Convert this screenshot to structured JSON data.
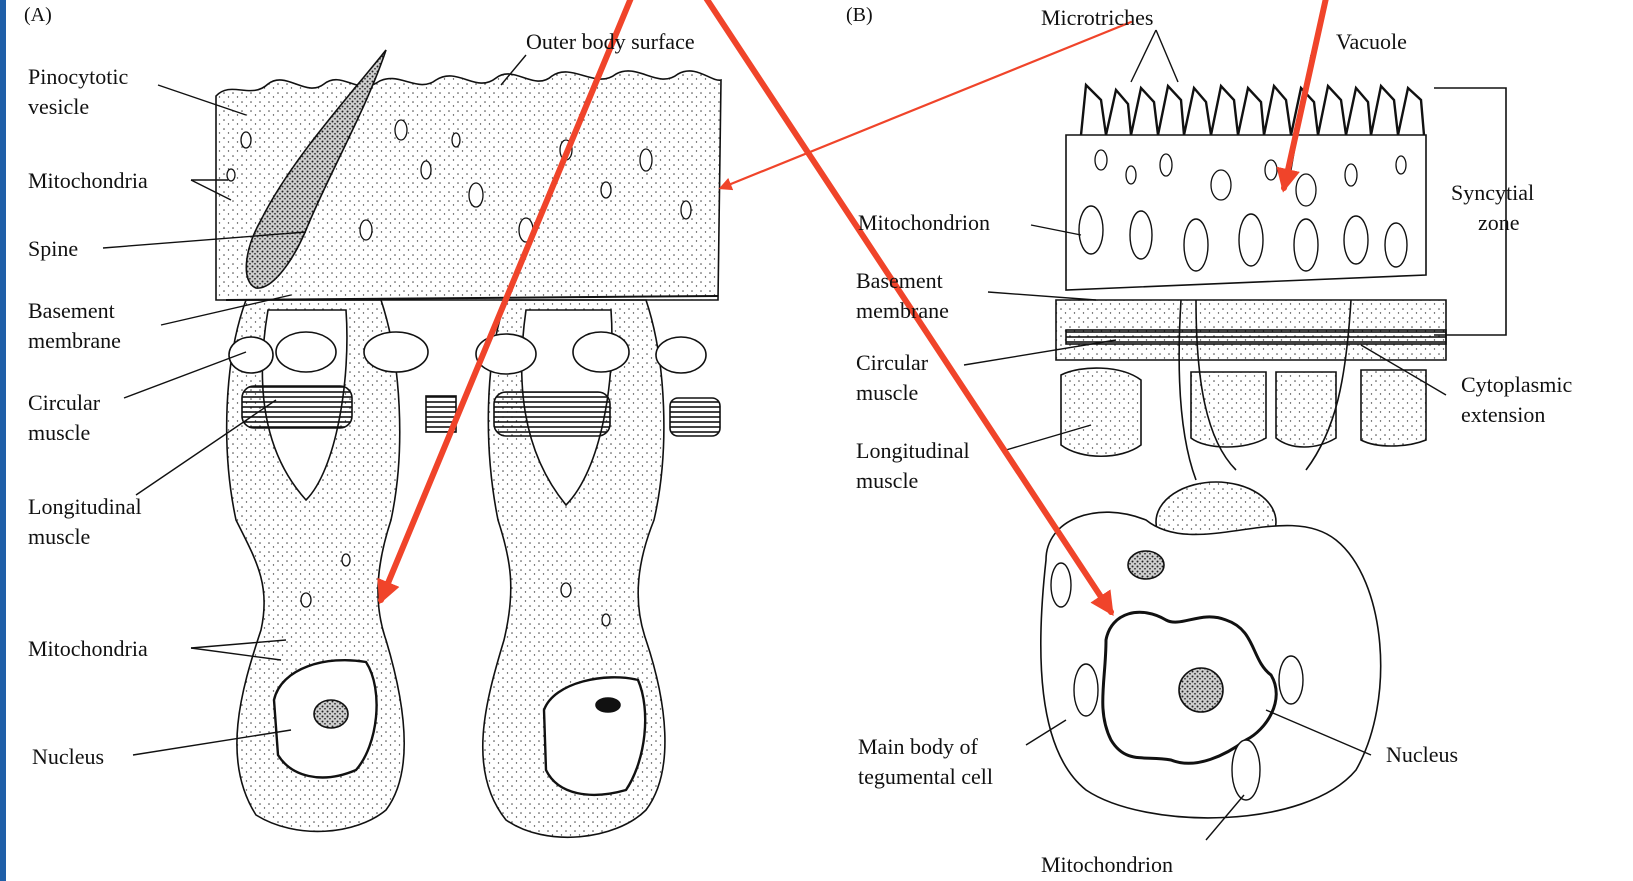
{
  "panel_a": {
    "letter": "(A)",
    "labels": {
      "outer_body_surface": "Outer body surface",
      "pinocytotic_1": "Pinocytotic",
      "pinocytotic_2": "vesicle",
      "mitochondria_top": "Mitochondria",
      "spine": "Spine",
      "basement_1": "Basement",
      "basement_2": "membrane",
      "circular_1": "Circular",
      "circular_2": "muscle",
      "longitudinal_1": "Longitudinal",
      "longitudinal_2": "muscle",
      "mitochondria_bottom": "Mitochondria",
      "nucleus": "Nucleus"
    }
  },
  "panel_b": {
    "letter": "(B)",
    "labels": {
      "microtriches": "Microtriches",
      "vacuole": "Vacuole",
      "syncytial_1": "Syncytial",
      "syncytial_2": "zone",
      "mitochondrion_top": "Mitochondrion",
      "basement_1": "Basement",
      "basement_2": "membrane",
      "circular_1": "Circular",
      "circular_2": "muscle",
      "longitudinal_1": "Longitudinal",
      "longitudinal_2": "muscle",
      "cytoplasmic_1": "Cytoplasmic",
      "cytoplasmic_2": "extension",
      "main_body_1": "Main body of",
      "main_body_2": "tegumental cell",
      "nucleus": "Nucleus",
      "mitochondrion_bottom": "Mitochondrion"
    }
  },
  "colors": {
    "frame": "#1f5fa8",
    "arrow": "#f0442a",
    "ink": "#111111"
  }
}
